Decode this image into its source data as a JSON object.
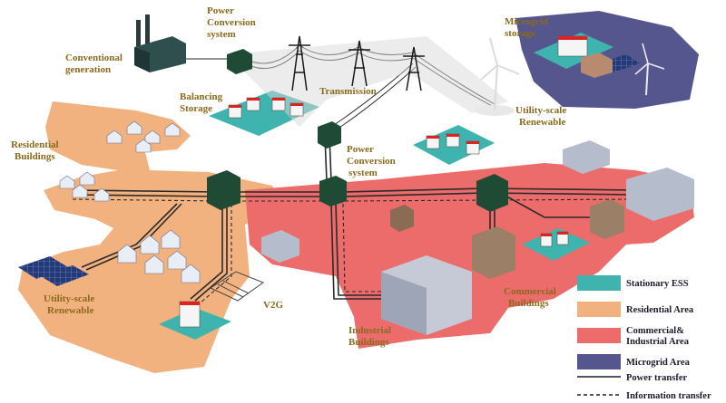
{
  "labels": {
    "conventional_generation": [
      "Conventional",
      "generation"
    ],
    "power_conversion_top": [
      "Power",
      "Conversion",
      "system"
    ],
    "transmission": "Transmission",
    "microgrid_storage": [
      "Microgrid",
      "storage"
    ],
    "balancing_storage": [
      "Balancing",
      "Storage"
    ],
    "utility_scale_renewable_right": [
      "Utility-scale",
      "Renewable"
    ],
    "residential_buildings": [
      "Residential",
      "Buildings"
    ],
    "power_conversion_mid": [
      "Power",
      "Conversion",
      "system"
    ],
    "utility_scale_renewable_left": [
      "Utility-scale",
      "Renewable"
    ],
    "v2g": "V2G",
    "industrial_buildings": [
      "Industrial",
      "Buildings"
    ],
    "commercial_buildings": [
      "Commercial",
      "Buildings"
    ]
  },
  "legend": {
    "stationary_ess": "Stationary ESS",
    "residential_area": "Residential Area",
    "commercial_industrial_area": [
      "Commercial&",
      "Industrial Area"
    ],
    "microgrid_area": "Microgrid Area",
    "power_transfer": "Power transfer",
    "information_transfer": "Information transfer"
  },
  "colors": {
    "stationary_ess": "#3fb3ad",
    "residential_area": "#f2b27f",
    "commercial_industrial_area": "#ec6b6b",
    "microgrid_area": "#56568f",
    "label_gold": "#8a6a1c",
    "label_dark": "#1b1b2e",
    "conversion_box": "#1f4a33"
  }
}
